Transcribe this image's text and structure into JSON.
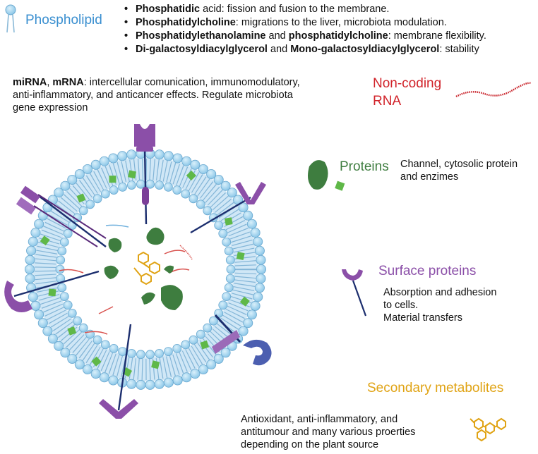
{
  "phospholipid": {
    "title": "Phospholipid",
    "items": [
      {
        "b1": "Phosphatidic",
        "t1": " acid: fission and fusion to the membrane.",
        "b2": "",
        "t2": ""
      },
      {
        "b1": "Phosphatidylcholine",
        "t1": ": migrations to the liver, microbiota modulation.",
        "b2": "",
        "t2": ""
      },
      {
        "b1": "Phosphatidylethanolamine",
        "t1": " and ",
        "b2": "phosphatidylcholine",
        "t2": ": membrane flexibility."
      },
      {
        "b1": "Di-galactosyldiacylglycerol",
        "t1": " and ",
        "b2": "Mono-galactosyldiacylglycerol",
        "t2": ": stability"
      }
    ]
  },
  "rna": {
    "b1": "miRNA",
    "sep": ", ",
    "b2": "mRNA",
    "line1_rest": ": intercellular comunication, immunomodulatory,",
    "line2": "anti-inflammatory, and anticancer effects. Regulate microbiota",
    "line3": "gene expression",
    "title_line1": "Non-coding",
    "title_line2": "RNA"
  },
  "proteins": {
    "title": "Proteins",
    "desc_line1": "Channel, cytosolic protein",
    "desc_line2": "and enzimes"
  },
  "surface": {
    "title": "Surface proteins",
    "desc_line1": "Absorption and adhesion",
    "desc_line2": "to cells.",
    "desc_line3": "Material transfers"
  },
  "metabolites": {
    "title": "Secondary metabolites",
    "desc_line1": "Antioxidant, anti-inflammatory, and",
    "desc_line2": "antitumour and many various proerties",
    "desc_line3": "depending on the plant source"
  },
  "colors": {
    "phospholipid": "#3a8fd0",
    "rna": "#d1232a",
    "protein": "#3e7d3f",
    "surface": "#8b4fa8",
    "metabolite": "#e0a314",
    "lipid_head": "#9fd2ef",
    "navy": "#1c2e6e"
  }
}
